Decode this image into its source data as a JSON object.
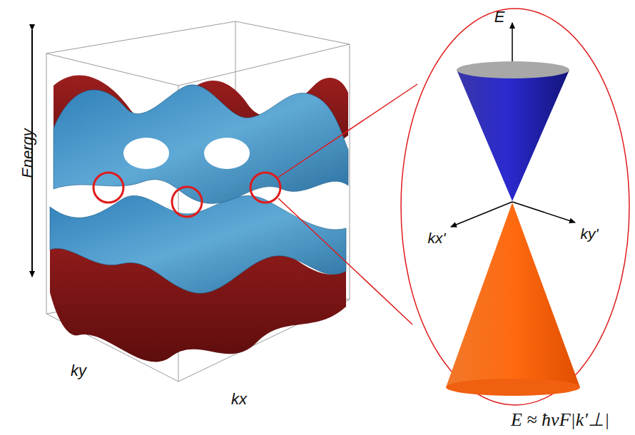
{
  "diagram": {
    "labels": [
      "Energy",
      "ky",
      "kx",
      "E",
      "kx'",
      "ky'",
      "E ≈ ħvF|k′⊥|"
    ]
  }
}
